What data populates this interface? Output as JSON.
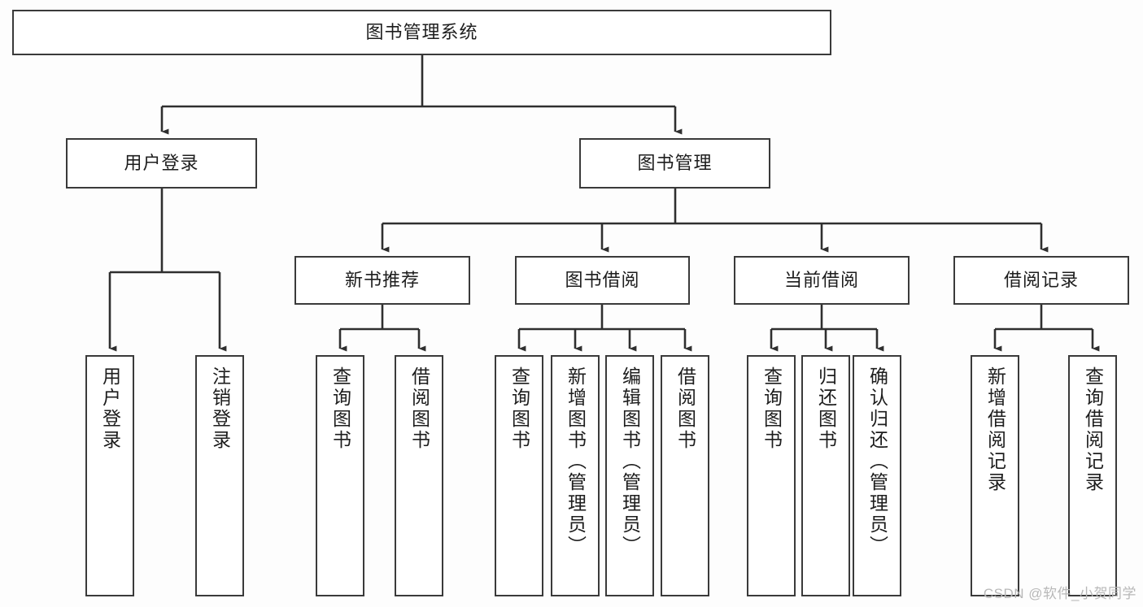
{
  "diagram": {
    "title": "图书管理系统",
    "type": "tree-hierarchy",
    "watermark": "CSDN @软件_小贺同学",
    "colors": {
      "border": "#3a3a3a",
      "box_fill": "#ffffff",
      "text": "#1d1d1d",
      "connector": "#2f2f2f",
      "background": "#fdfdfd",
      "watermark": "#b8b8b8"
    },
    "nodes": {
      "root": {
        "label": "图书管理系统"
      },
      "level2": [
        {
          "label": "用户登录"
        },
        {
          "label": "图书管理"
        }
      ],
      "level3": [
        {
          "label": "新书推荐"
        },
        {
          "label": "图书借阅"
        },
        {
          "label": "当前借阅"
        },
        {
          "label": "借阅记录"
        }
      ],
      "leaves_user_login": [
        {
          "label": "用户登录"
        },
        {
          "label": "注销登录"
        }
      ],
      "leaves_new_book": [
        {
          "label": "查询图书"
        },
        {
          "label": "借阅图书"
        }
      ],
      "leaves_borrow": [
        {
          "label": "查询图书"
        },
        {
          "label": "新增图书（管理员）"
        },
        {
          "label": "编辑图书（管理员）"
        },
        {
          "label": "借阅图书"
        }
      ],
      "leaves_current": [
        {
          "label": "查询图书"
        },
        {
          "label": "归还图书"
        },
        {
          "label": "确认归还（管理员）"
        }
      ],
      "leaves_record": [
        {
          "label": "新增借阅记录"
        },
        {
          "label": "查询借阅记录"
        }
      ]
    }
  }
}
